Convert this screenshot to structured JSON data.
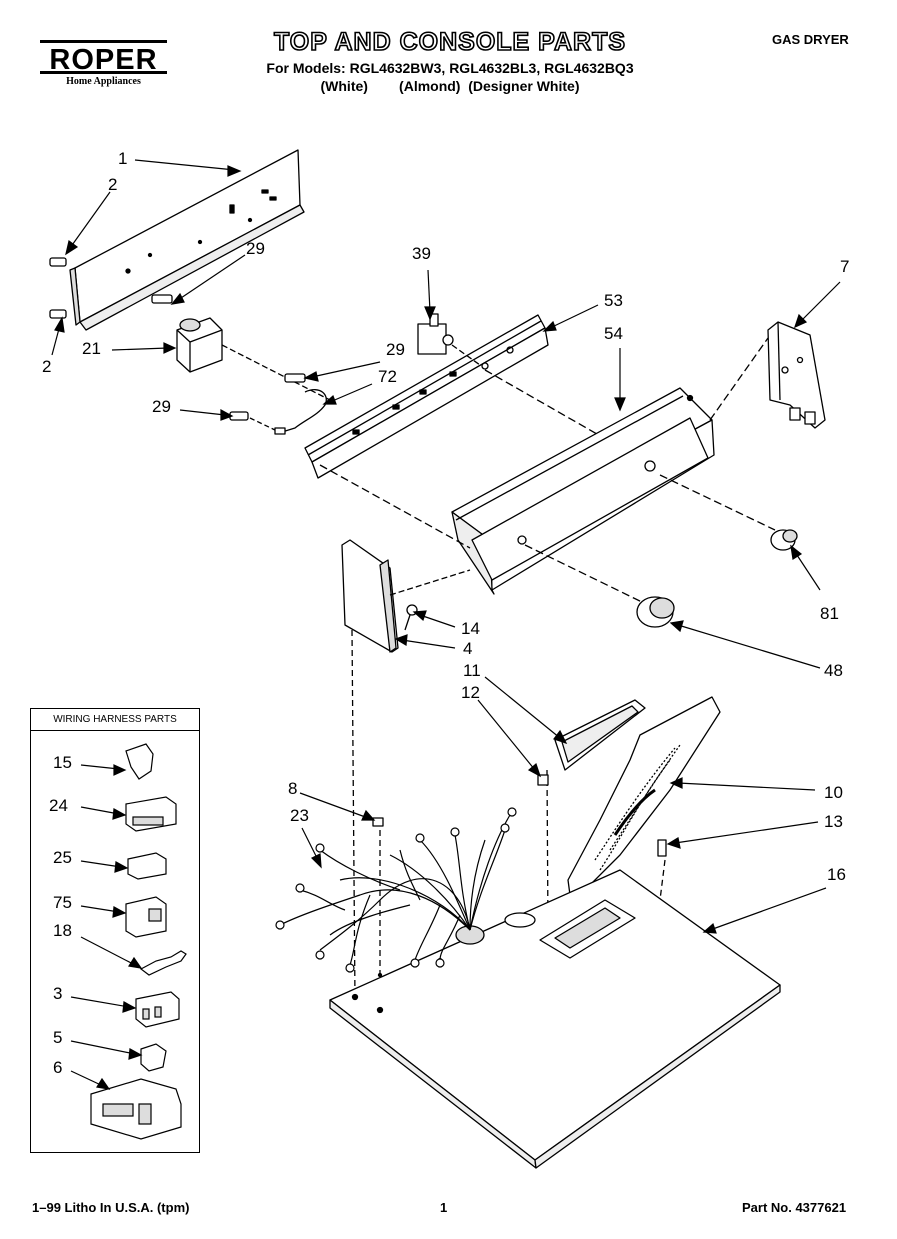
{
  "header": {
    "brand": "ROPER",
    "brand_sub": "Home Appliances",
    "title": "TOP AND CONSOLE PARTS",
    "models_line": "For Models: RGL4632BW3, RGL4632BL3, RGL4632BQ3",
    "colors_line": "(White)        (Almond)  (Designer White)",
    "doc_type": "GAS DRYER"
  },
  "wiring_box": {
    "title": "WIRING HARNESS PARTS",
    "items": [
      "15",
      "24",
      "25",
      "75",
      "18",
      "3",
      "5",
      "6"
    ]
  },
  "callouts": {
    "c1": "1",
    "c2a": "2",
    "c2b": "2",
    "c29a": "29",
    "c21": "21",
    "c29b": "29",
    "c72": "72",
    "c29c": "29",
    "c39": "39",
    "c53": "53",
    "c54": "54",
    "c7": "7",
    "c81": "81",
    "c48": "48",
    "c14": "14",
    "c4": "4",
    "c11": "11",
    "c12": "12",
    "c10": "10",
    "c13": "13",
    "c8": "8",
    "c23": "23",
    "c16": "16"
  },
  "footer": {
    "left": "1–99 Litho In U.S.A. (tpm)",
    "page": "1",
    "part_no": "Part No. 4377621"
  }
}
